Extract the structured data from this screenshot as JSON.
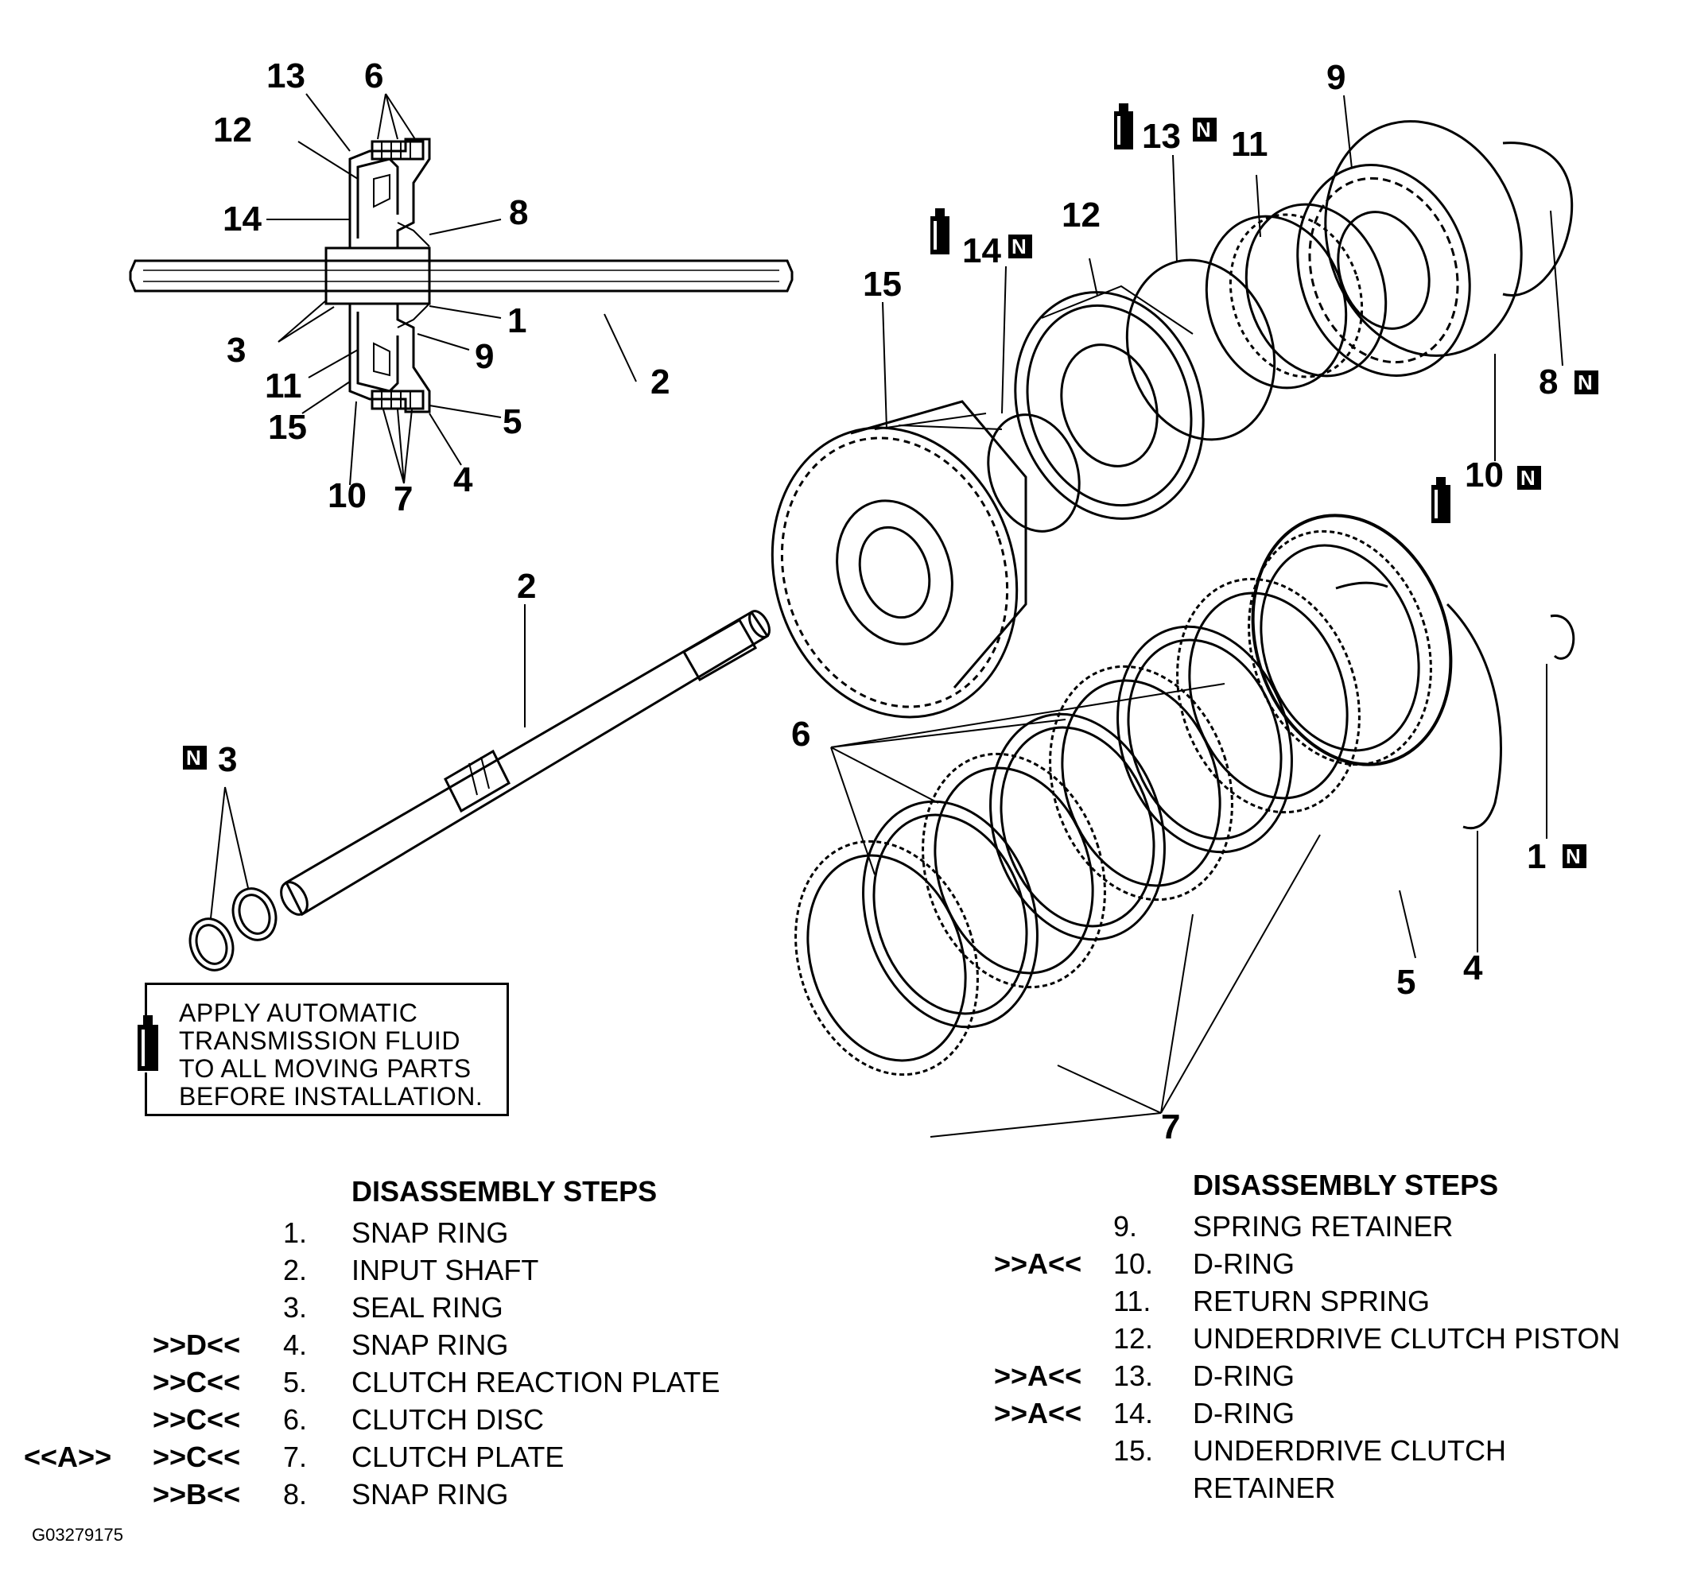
{
  "callouts": {
    "c13": "13",
    "c6": "6",
    "c12": "12",
    "c14": "14",
    "c8": "8",
    "c3": "3",
    "c1": "1",
    "c9": "9",
    "c2": "2",
    "c11": "11",
    "c15": "15",
    "c5": "5",
    "c10": "10",
    "c7": "7",
    "c4": "4",
    "e9": "9",
    "e13": "13",
    "e11": "11",
    "e12": "12",
    "e14": "14",
    "e15": "15",
    "e8": "8",
    "e10": "10",
    "e2": "2",
    "e3": "3",
    "e6": "6",
    "e1": "1",
    "e5": "5",
    "e4": "4",
    "e7": "7"
  },
  "badge": "N",
  "note": {
    "line1": "APPLY AUTOMATIC",
    "line2": "TRANSMISSION FLUID",
    "line3": "TO ALL MOVING PARTS",
    "line4": "BEFORE INSTALLATION."
  },
  "steps_left": {
    "title": "DISASSEMBLY STEPS",
    "rows": [
      {
        "ref1": "",
        "ref2": "",
        "num": "1.",
        "name": "SNAP RING"
      },
      {
        "ref1": "",
        "ref2": "",
        "num": "2.",
        "name": "INPUT SHAFT"
      },
      {
        "ref1": "",
        "ref2": "",
        "num": "3.",
        "name": "SEAL RING"
      },
      {
        "ref1": "",
        "ref2": ">>D<<",
        "num": "4.",
        "name": "SNAP RING"
      },
      {
        "ref1": "",
        "ref2": ">>C<<",
        "num": "5.",
        "name": "CLUTCH REACTION PLATE"
      },
      {
        "ref1": "",
        "ref2": ">>C<<",
        "num": "6.",
        "name": "CLUTCH DISC"
      },
      {
        "ref1": "<<A>>",
        "ref2": ">>C<<",
        "num": "7.",
        "name": "CLUTCH PLATE"
      },
      {
        "ref1": "",
        "ref2": ">>B<<",
        "num": "8.",
        "name": "SNAP RING"
      }
    ]
  },
  "steps_right": {
    "title": "DISASSEMBLY STEPS",
    "rows": [
      {
        "ref": "",
        "num": "9.",
        "name": "SPRING RETAINER"
      },
      {
        "ref": ">>A<<",
        "num": "10.",
        "name": "D-RING"
      },
      {
        "ref": "",
        "num": "11.",
        "name": "RETURN SPRING"
      },
      {
        "ref": "",
        "num": "12.",
        "name": "UNDERDRIVE CLUTCH PISTON"
      },
      {
        "ref": ">>A<<",
        "num": "13.",
        "name": "D-RING"
      },
      {
        "ref": ">>A<<",
        "num": "14.",
        "name": "D-RING"
      },
      {
        "ref": "",
        "num": "15.",
        "name": "UNDERDRIVE CLUTCH"
      },
      {
        "ref": "",
        "num": "",
        "name": "RETAINER"
      }
    ]
  },
  "figure_id": "G03279175"
}
